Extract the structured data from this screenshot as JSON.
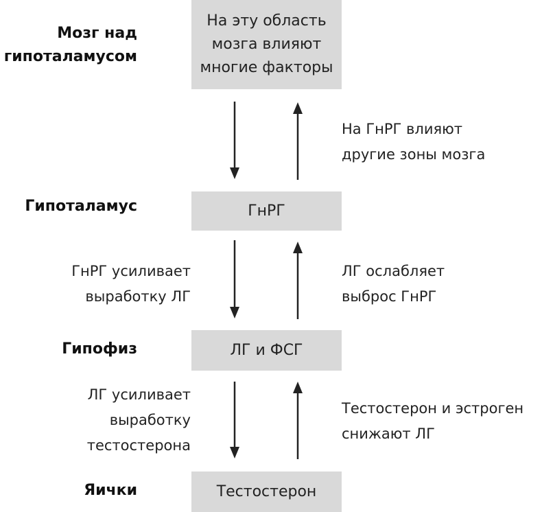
{
  "levels": [
    {
      "label_lines": [
        "Мозг над",
        "гипоталамусом"
      ],
      "box_lines": [
        "На эту область",
        "мозга влияют",
        "многие факторы"
      ]
    },
    {
      "label_lines": [
        "Гипоталамус"
      ],
      "box_lines": [
        "ГнРГ"
      ]
    },
    {
      "label_lines": [
        "Гипофиз"
      ],
      "box_lines": [
        "ЛГ и ФСГ"
      ]
    },
    {
      "label_lines": [
        "Яички"
      ],
      "box_lines": [
        "Тестостерон"
      ]
    }
  ],
  "notes": {
    "up_1": [
      "На ГнРГ влияют",
      "другие зоны мозга"
    ],
    "down_2": [
      "ГнРГ усиливает",
      "выработку ЛГ"
    ],
    "up_2": [
      "ЛГ ослабляет",
      "выброс ГнРГ"
    ],
    "down_3": [
      "ЛГ усиливает",
      "выработку",
      "тестостерона"
    ],
    "up_3": [
      "Тестостерон и эстроген",
      "снижают ЛГ"
    ]
  }
}
